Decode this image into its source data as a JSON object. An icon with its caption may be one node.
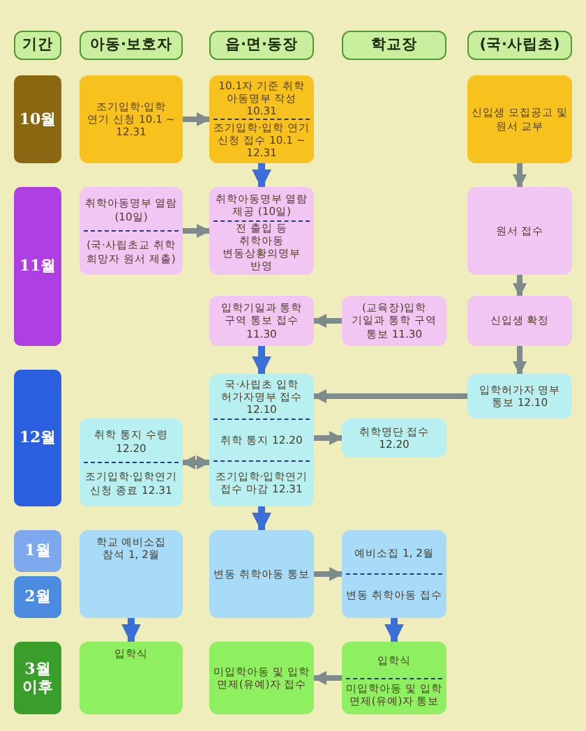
{
  "diagram": {
    "nodes": [
      {
        "text": [
          "기간"
        ]
      },
      {
        "text": [
          "아동·보호자"
        ]
      },
      {
        "text": [
          "읍·면·동장"
        ]
      },
      {
        "text": [
          "학교장"
        ]
      },
      {
        "text": [
          "(국·사립초)"
        ]
      },
      {
        "text": [
          "10월"
        ]
      },
      {
        "text": [
          "조기입학·입학 연기 신청 10.1 ~ 12.31"
        ]
      },
      {
        "text": [
          "10.1자 기준 취학 아동명부 작성 10.31",
          "조기입학·입학 연기 신청 접수 10.1 ~ 12.31"
        ]
      },
      {
        "text": [
          "신입생 모집공고 및 원서 교부"
        ]
      },
      {
        "text": [
          "11월"
        ]
      },
      {
        "text": [
          "취학아동명부 열람 (10일)",
          "(국·사립초교 취학 희망자 원서 제출)"
        ]
      },
      {
        "text": [
          "취학아동명부 열람 제공 (10일)",
          "전 출입 등 취학아동 변동상황의명부 반영"
        ]
      },
      {
        "text": [
          "원서 접수"
        ]
      },
      {
        "text": [
          "입학기일과 통학 구역 통보 접수 11.30"
        ]
      },
      {
        "text": [
          "(교육장)입학 기일과 통학 구역 통보 11.30"
        ]
      },
      {
        "text": [
          "신입생 확정"
        ]
      },
      {
        "text": [
          "12월"
        ]
      },
      {
        "text": [
          "국·사립초 입학 허가자명부 접수 12.10",
          "취학 통지 12.20",
          "조기입학·입학연기 접수 마감 12.31"
        ]
      },
      {
        "text": [
          "입학허가자 명부 통보 12.10"
        ]
      },
      {
        "text": [
          "취학 통지 수령 12.20",
          "조기입학·입학연기 신청 종료 12.31"
        ]
      },
      {
        "text": [
          "취학명단 접수 12.20"
        ]
      },
      {
        "text": [
          "1월"
        ]
      },
      {
        "text": [
          "2월"
        ]
      },
      {
        "text": [
          "학교 예비소집 참석 1, 2월"
        ]
      },
      {
        "text": [
          "변동 취학아동 통보"
        ]
      },
      {
        "text": [
          "예비소집 1, 2월",
          "변동 취학아동 접수"
        ]
      },
      {
        "text": [
          "3월 이후"
        ]
      },
      {
        "text": [
          "입학식"
        ]
      },
      {
        "text": [
          "미입학아동 및 입학 면제(유예)자 접수"
        ]
      },
      {
        "text": [
          "입학식",
          "미입학아동 및 입학 면제(유예)자 통보"
        ]
      }
    ],
    "edges": [
      {
        "from": 6,
        "to": 7,
        "arrow": "to"
      },
      {
        "from": 7,
        "to": 11,
        "arrow": "to",
        "color": "#3a6fd8"
      },
      {
        "from": 8,
        "to": 12,
        "arrow": "to"
      },
      {
        "from": 10,
        "to": 11,
        "arrow": "to"
      },
      {
        "from": 12,
        "to": 15,
        "arrow": "to"
      },
      {
        "from": 14,
        "to": 13,
        "arrow": "to"
      },
      {
        "from": 15,
        "to": 18,
        "arrow": "to"
      },
      {
        "from": 13,
        "to": 17,
        "arrow": "to",
        "color": "#3a6fd8"
      },
      {
        "from": 18,
        "to": 17,
        "arrow": "to"
      },
      {
        "from": 17,
        "to": 19,
        "arrow": "to"
      },
      {
        "from": 17,
        "to": 20,
        "arrow": "to"
      },
      {
        "from": 19,
        "to": 17,
        "arrow": "to"
      },
      {
        "from": 17,
        "to": 24,
        "arrow": "to",
        "color": "#3a6fd8"
      },
      {
        "from": 23,
        "to": 27,
        "arrow": "to",
        "color": "#3a6fd8"
      },
      {
        "from": 24,
        "to": 25,
        "arrow": "to"
      },
      {
        "from": 25,
        "to": 29,
        "arrow": "to",
        "color": "#3a6fd8"
      },
      {
        "from": 29,
        "to": 28,
        "arrow": "to"
      }
    ]
  }
}
